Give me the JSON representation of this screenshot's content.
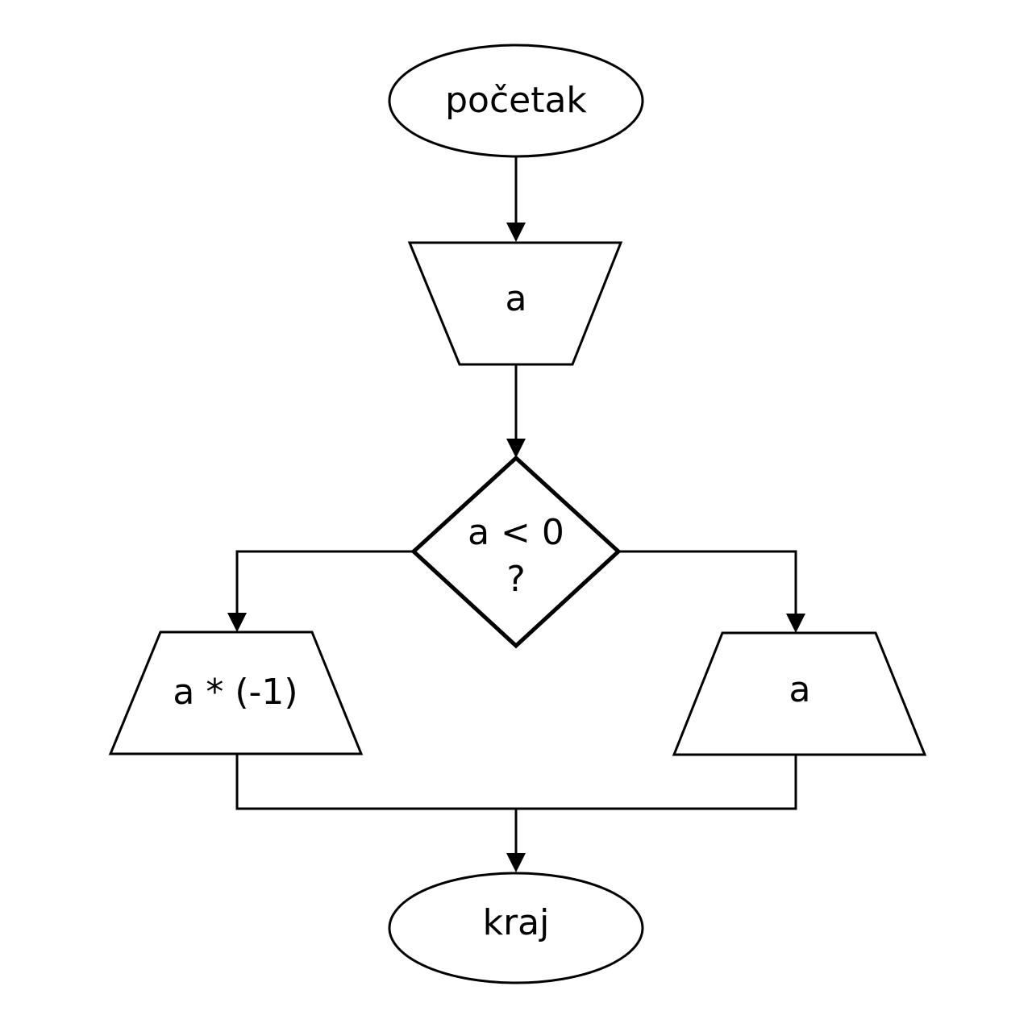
{
  "flowchart": {
    "start": {
      "label": "početak"
    },
    "input": {
      "label": "a"
    },
    "decision": {
      "line1": "a < 0",
      "line2": "?"
    },
    "output_left": {
      "label": "a * (-1)"
    },
    "output_right": {
      "label": "a"
    },
    "end": {
      "label": "kraj"
    }
  },
  "colors": {
    "stroke": "#000000",
    "background": "#ffffff"
  }
}
